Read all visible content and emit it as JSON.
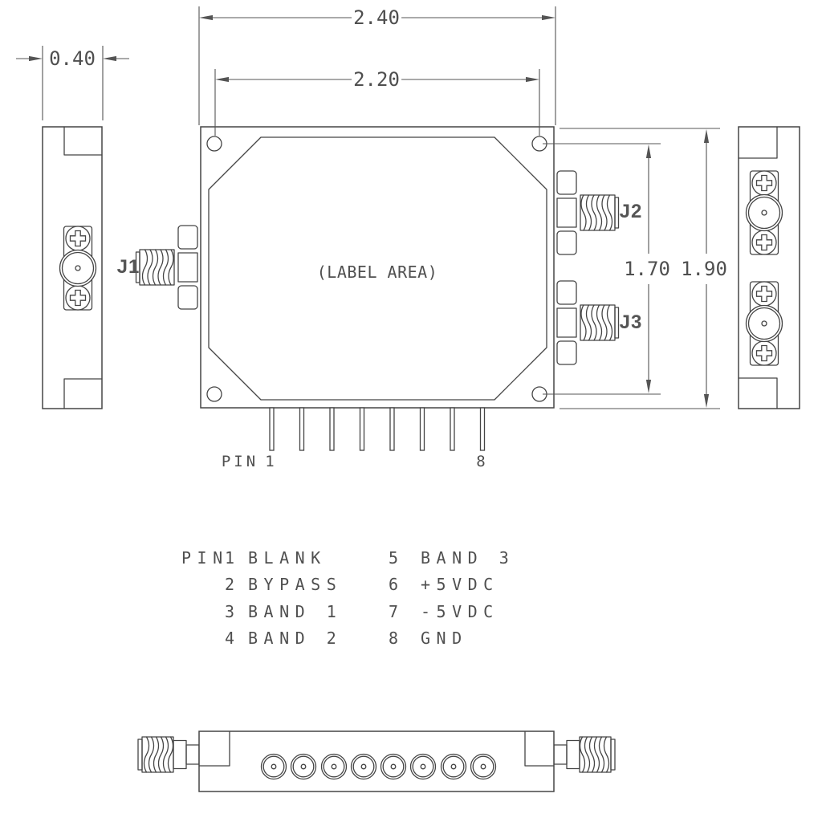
{
  "dimensions": {
    "overall_width": "2.40",
    "mounting_hole_span_width": "2.20",
    "side_view_width": "0.40",
    "mounting_hole_span_height": "1.70",
    "overall_height": "1.90"
  },
  "connector_labels": {
    "j1": "J1",
    "j2": "J2",
    "j3": "J3"
  },
  "top_view": {
    "label_area_text": "(LABEL AREA)",
    "pin_callout_word": "PIN",
    "pin_callout_first": "1",
    "pin_callout_last": "8"
  },
  "pin_table": {
    "header": "PIN",
    "left": [
      {
        "num": "1",
        "name": "BLANK"
      },
      {
        "num": "2",
        "name": "BYPASS"
      },
      {
        "num": "3",
        "name": "BAND 1"
      },
      {
        "num": "4",
        "name": "BAND 2"
      }
    ],
    "right": [
      {
        "num": "5",
        "name": "BAND 3"
      },
      {
        "num": "6",
        "name": "+5VDC"
      },
      {
        "num": "7",
        "name": "-5VDC"
      },
      {
        "num": "8",
        "name": "GND"
      }
    ]
  },
  "colors": {
    "line": "#454545",
    "dimension": "#545454",
    "text": "#4f4f4f",
    "connector_label": "#555555",
    "background": "#ffffff"
  }
}
